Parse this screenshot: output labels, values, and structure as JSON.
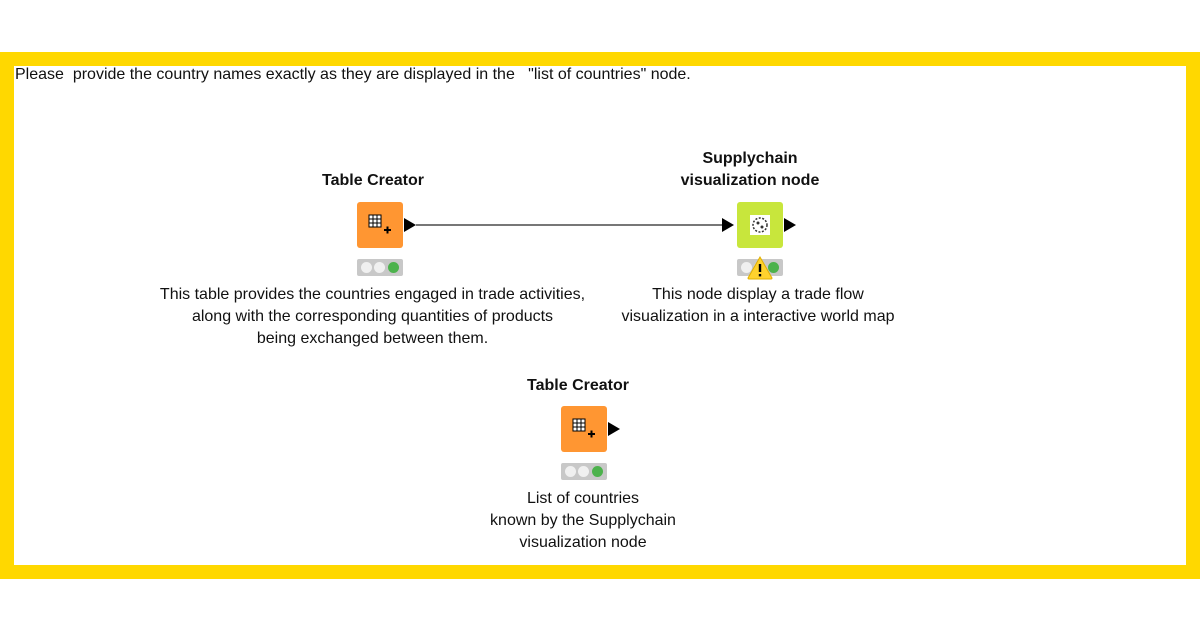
{
  "annotation": {
    "text": "Please  provide the country names exactly as they are displayed in the   \"list of countries\" node."
  },
  "nodes": [
    {
      "title": "Table Creator",
      "description": "This table provides the countries engaged in trade activities,\nalong with the corresponding quantities of products\nbeing exchanged between them.",
      "color": "#ff9632",
      "icon": "table-creator-icon",
      "status": "executed"
    },
    {
      "title": "Supplychain\nvisualization node",
      "description": "This node display a trade flow\nvisualization in a interactive world map",
      "color": "#c8e63c",
      "icon": "world-map-icon",
      "status": "executed",
      "warning": true
    },
    {
      "title": "Table Creator",
      "description": "List of countries\nknown by the Supplychain\nvisualization node",
      "color": "#ff9632",
      "icon": "table-creator-icon",
      "status": "executed"
    }
  ],
  "colors": {
    "annotation_border": "#ffd800",
    "status_executed": "#4cb24c",
    "warning": "#ffd22e"
  }
}
